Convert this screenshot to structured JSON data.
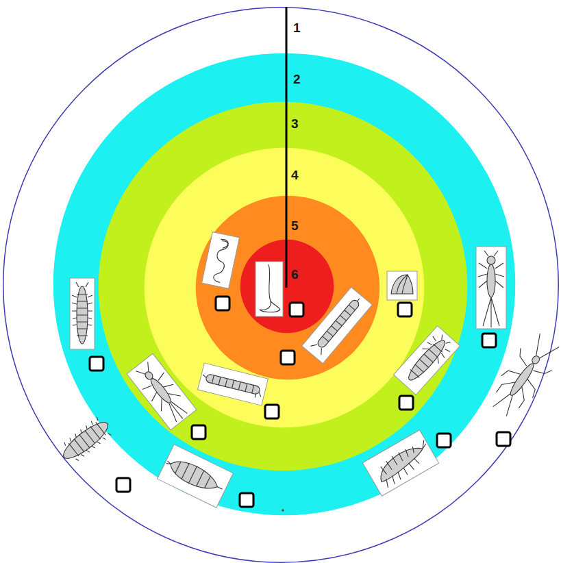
{
  "diagram": {
    "nodes": [
      {
        "text": [
          "1"
        ]
      },
      {
        "text": [
          "2"
        ],
        "in": 0
      },
      {
        "text": [
          "3"
        ],
        "in": 1
      },
      {
        "text": [
          "4"
        ],
        "in": 2
      },
      {
        "text": [
          "5"
        ],
        "in": 3
      },
      {
        "text": [
          "6"
        ],
        "in": 4
      }
    ]
  }
}
